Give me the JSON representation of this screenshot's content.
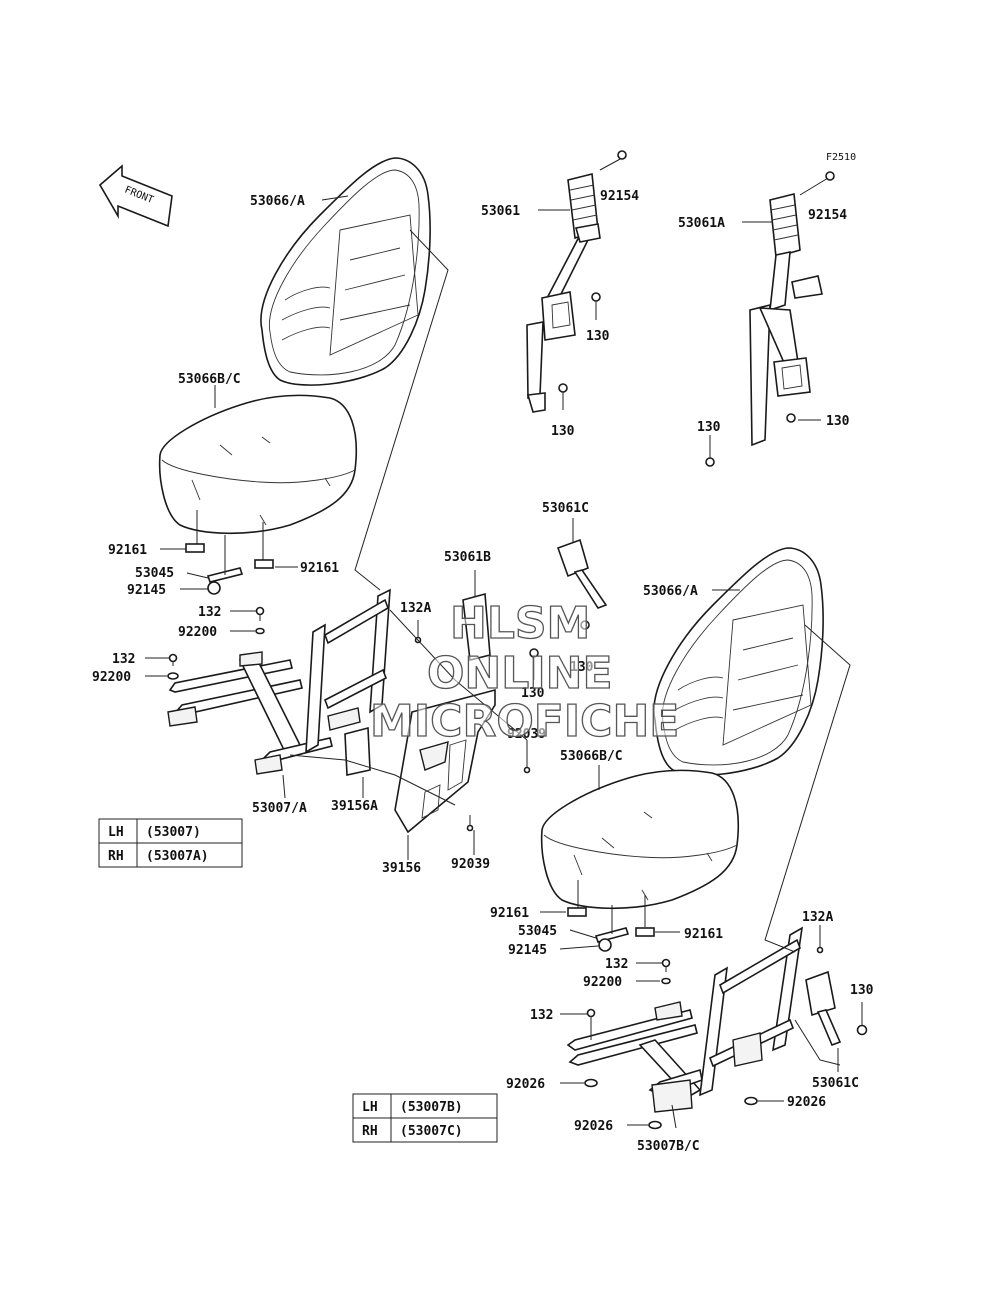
{
  "figure_code": "F2510",
  "front_arrow_label": "FRONT",
  "watermark": [
    "HLSM",
    "ONLINE",
    "MICROFICHE"
  ],
  "labels": {
    "seatback_a_left": "53066/A",
    "cushion_left": "53066B/C",
    "belt_53061": "53061",
    "belt_53061a": "53061A",
    "bolt_92154_a": "92154",
    "bolt_92154_b": "92154",
    "bolt_130_a": "130",
    "bolt_130_b": "130",
    "bolt_130_c": "130",
    "bolt_130_d": "130",
    "bolt_130_e": "130",
    "bolt_130_f": "130",
    "bolt_130_g": "130",
    "buckle_53061c_top": "53061C",
    "buckle_53061b": "53061B",
    "clip_92161_a": "92161",
    "clip_92161_b": "92161",
    "spring_53045_a": "53045",
    "clip_92145_a": "92145",
    "bolt_132_a": "132",
    "bolt_132a_a": "132A",
    "washer_92200_a": "92200",
    "bolt_132_b": "132",
    "washer_92200_b": "92200",
    "frame_53007a": "53007/A",
    "pad_39156a": "39156A",
    "screw_92039_a": "92039",
    "screw_92039_b": "92039",
    "cover_39156": "39156",
    "seatback_a_right": "53066/A",
    "cushion_right": "53066B/C",
    "clip_92161_c": "92161",
    "clip_92161_d": "92161",
    "spring_53045_b": "53045",
    "clip_92145_b": "92145",
    "bolt_132_c": "132",
    "washer_92200_c": "92200",
    "bolt_132a_b": "132A",
    "bolt_132_d": "132",
    "washer_92026_a": "92026",
    "washer_92026_b": "92026",
    "washer_92026_c": "92026",
    "buckle_53061c_bottom": "53061C",
    "frame_53007bc": "53007B/C"
  },
  "table_left": {
    "rows": [
      {
        "side": "LH",
        "part": "(53007)"
      },
      {
        "side": "RH",
        "part": "(53007A)"
      }
    ]
  },
  "table_right": {
    "rows": [
      {
        "side": "LH",
        "part": "(53007B)"
      },
      {
        "side": "RH",
        "part": "(53007C)"
      }
    ]
  }
}
